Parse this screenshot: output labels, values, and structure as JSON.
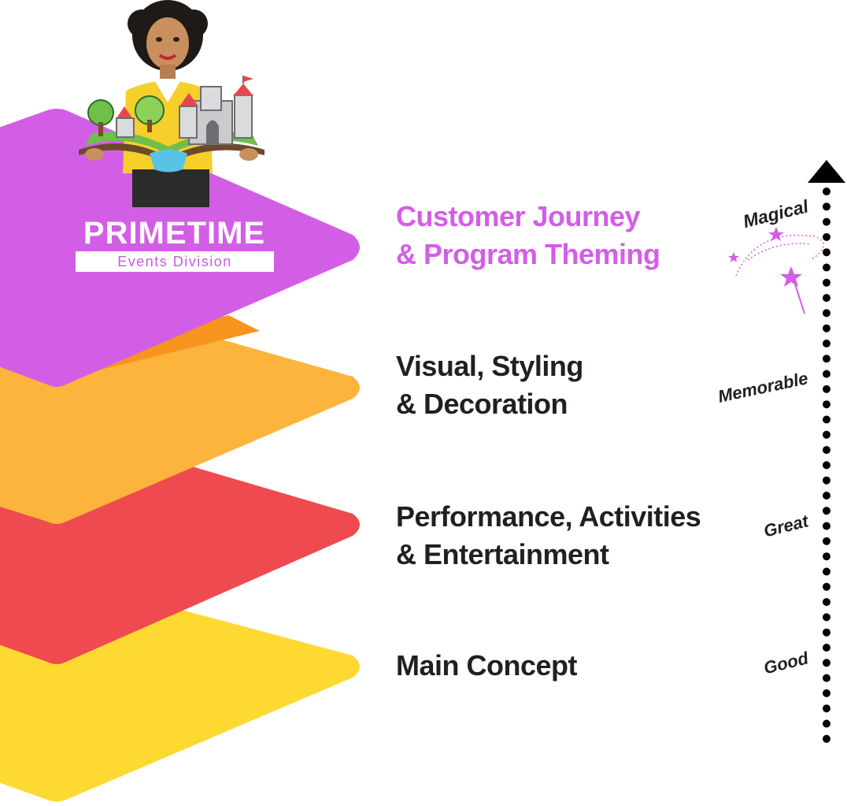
{
  "brand": {
    "name": "PRIMETIME",
    "division": "Events Division"
  },
  "layers": [
    {
      "level": "Magical",
      "line1": "Customer Journey",
      "line2": "& Program Theming",
      "color": "#d35ee6"
    },
    {
      "level": "Memorable",
      "line1": "Visual, Styling",
      "line2": "& Decoration",
      "color": "#fdb43c"
    },
    {
      "level": "Great",
      "line1": "Performance, Activities",
      "line2": "& Entertainment",
      "color": "#ef4a4f"
    },
    {
      "level": "Good",
      "line1": "Main Concept",
      "line2": "",
      "color": "#fed932"
    }
  ],
  "scale": {
    "direction": "up",
    "levels": [
      "Good",
      "Great",
      "Memorable",
      "Magical"
    ]
  },
  "colors": {
    "text_dark": "#231f20",
    "accent_purple": "#d35ee6",
    "orange_shadow": "#f7941d"
  }
}
